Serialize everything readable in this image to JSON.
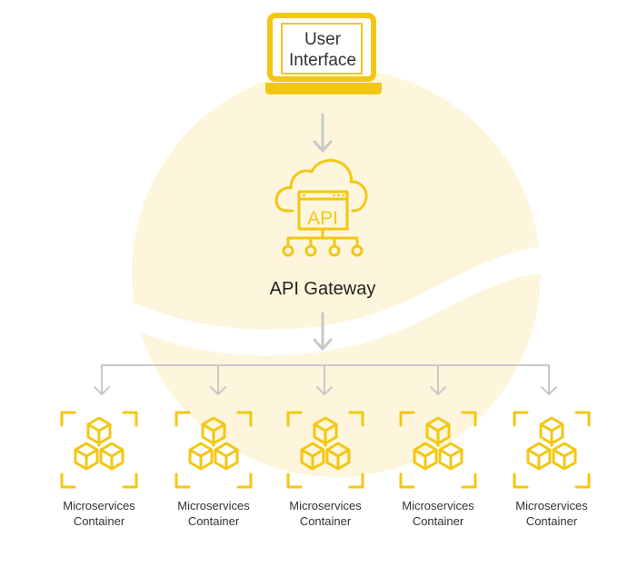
{
  "colors": {
    "accent": "#f3c711",
    "arrow": "#c9c9c9",
    "background_circle": "#fdf6dc"
  },
  "user_interface": {
    "icon": "laptop-icon",
    "label_line1": "User",
    "label_line2": "Interface"
  },
  "gateway": {
    "icon": "cloud-api-icon",
    "api_text": "API",
    "label": "API Gateway"
  },
  "microservices": [
    {
      "icon": "cubes-icon",
      "line1": "Microservices",
      "line2": "Container"
    },
    {
      "icon": "cubes-icon",
      "line1": "Microservices",
      "line2": "Container"
    },
    {
      "icon": "cubes-icon",
      "line1": "Microservices",
      "line2": "Container"
    },
    {
      "icon": "cubes-icon",
      "line1": "Microservices",
      "line2": "Container"
    },
    {
      "icon": "cubes-icon",
      "line1": "Microservices",
      "line2": "Container"
    }
  ]
}
